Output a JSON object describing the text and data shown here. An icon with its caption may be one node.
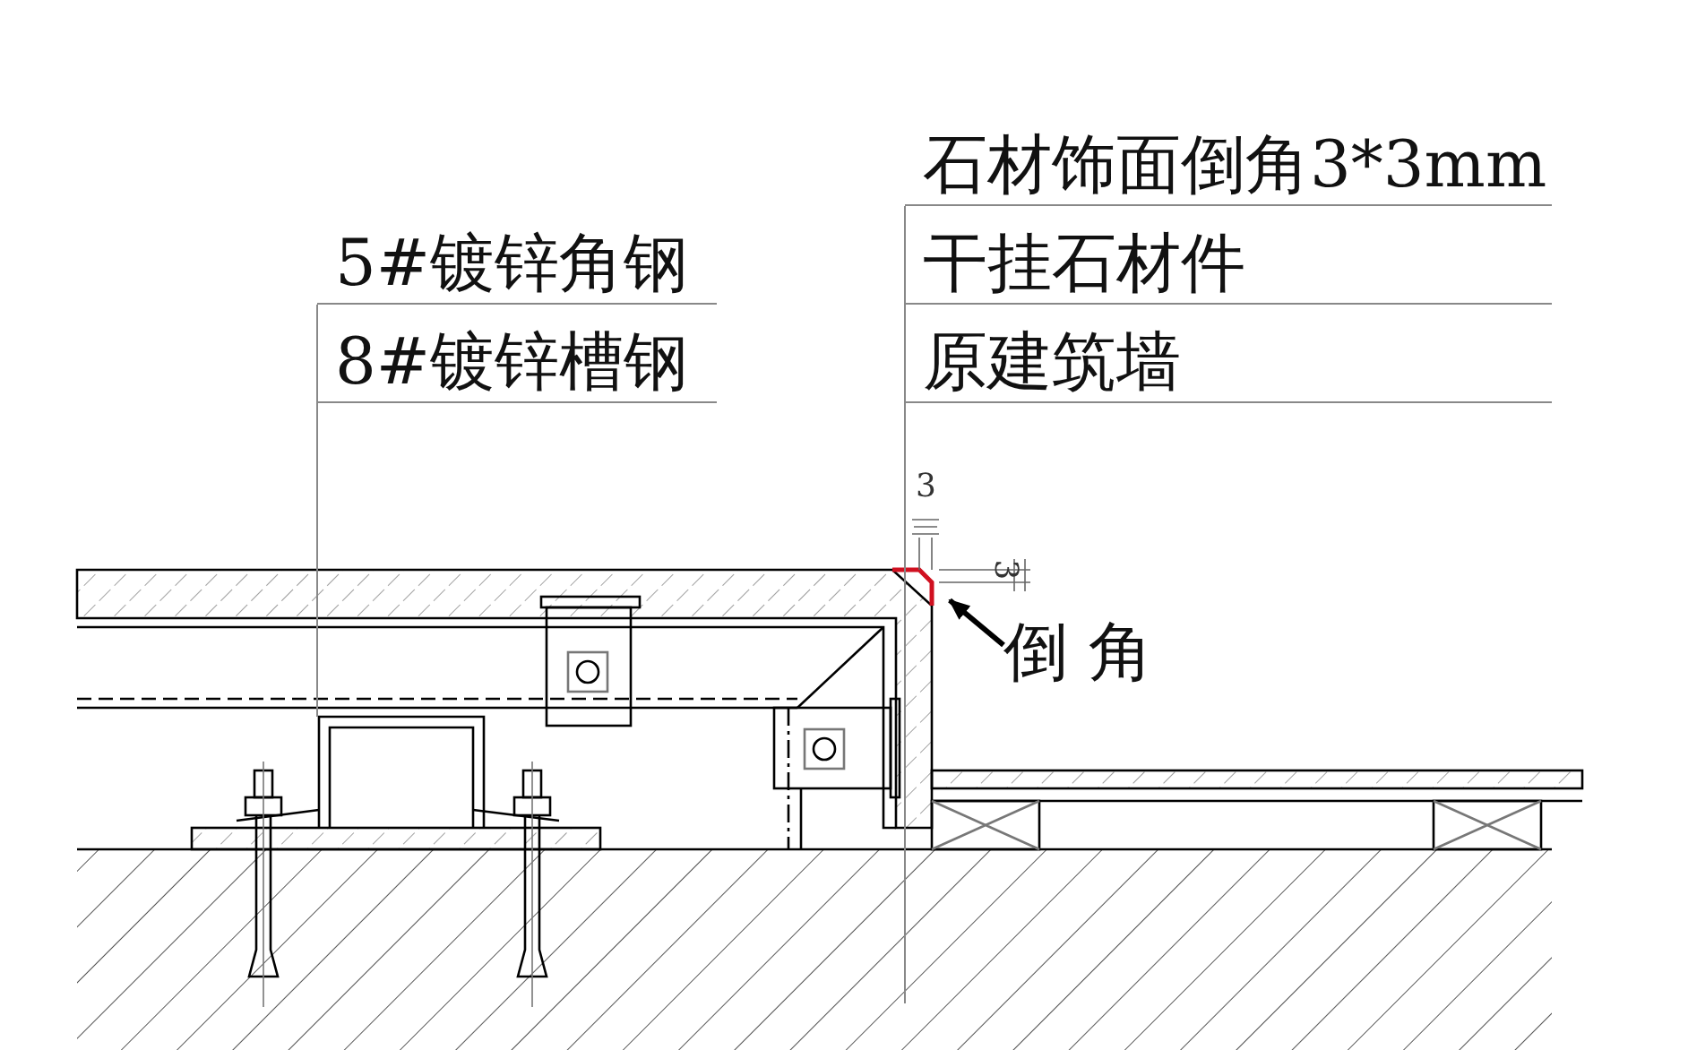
{
  "diagram": {
    "nodes": [
      {
        "text": [
          "5#镀锌角钢"
        ]
      },
      {
        "text": [
          "8#镀锌槽钢"
        ]
      },
      {
        "text": [
          "石材饰面倒角3*3mm"
        ]
      },
      {
        "text": [
          "干挂石材件"
        ]
      },
      {
        "text": [
          "原建筑墙"
        ]
      },
      {
        "text": [
          "倒 角"
        ]
      }
    ],
    "edges": [
      {
        "from": 0,
        "to": null,
        "arrow": "none"
      },
      {
        "from": 1,
        "to": null,
        "arrow": "none"
      },
      {
        "from": 2,
        "to": null,
        "arrow": "none"
      },
      {
        "from": 3,
        "to": null,
        "arrow": "none"
      },
      {
        "from": 4,
        "to": null,
        "arrow": "none"
      },
      {
        "from": 5,
        "to": null,
        "arrow": "to",
        "style": "thick",
        "color": "#000000"
      }
    ],
    "labels": [
      "3",
      "3"
    ]
  }
}
